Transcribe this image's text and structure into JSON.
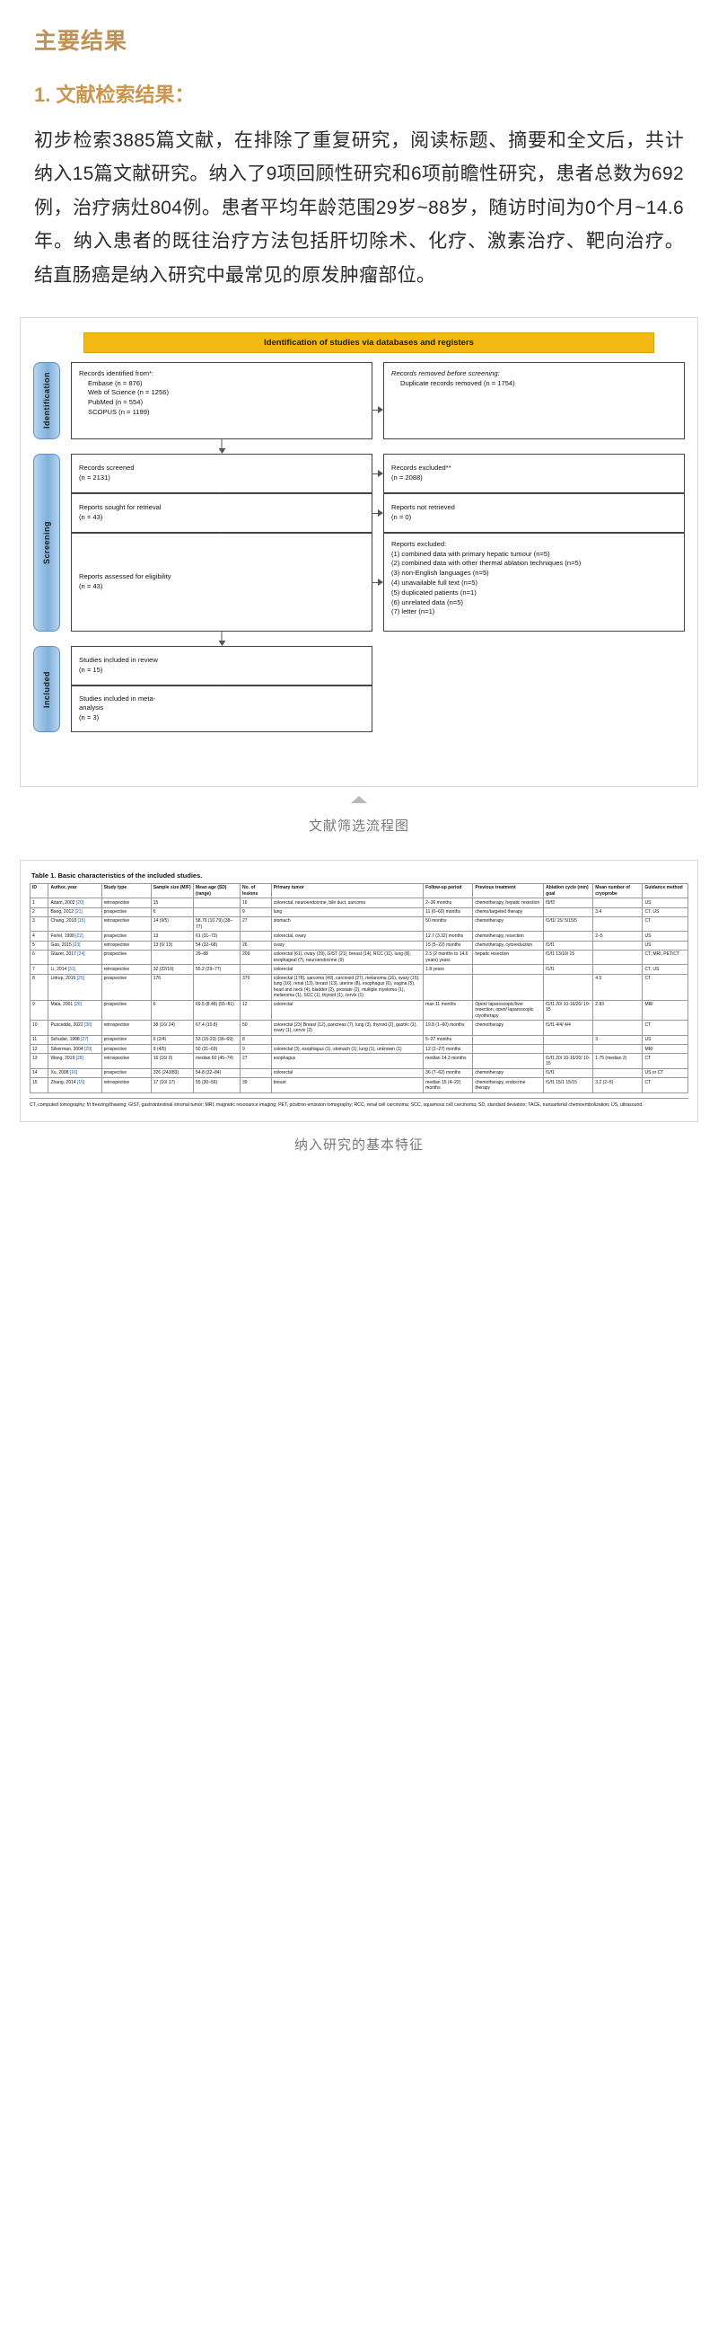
{
  "article": {
    "main_title": "主要结果",
    "section_title": "1. 文献检索结果：",
    "body": "初步检索3885篇文献，在排除了重复研究，阅读标题、摘要和全文后，共计纳入15篇文献研究。纳入了9项回顾性研究和6项前瞻性研究，患者总数为692例，治疗病灶804例。患者平均年龄范围29岁~88岁，随访时间为0个月~14.6年。纳入患者的既往治疗方法包括肝切除术、化疗、激素治疗、靶向治疗。结直肠癌是纳入研究中最常见的原发肿瘤部位。",
    "accent_color": "#c9964f"
  },
  "figure1": {
    "caption": "文献筛选流程图",
    "banner": "Identification of studies via databases and registers",
    "stages": [
      "Identification",
      "Screening",
      "Included"
    ],
    "boxes": {
      "identified_title": "Records identified from*:",
      "identified_items": [
        "Embase (n = 876)",
        "Web of Science (n = 1256)",
        "PubMed (n = 554)",
        "SCOPUS (n = 1199)"
      ],
      "removed_title": "Records removed before screening:",
      "removed_items": [
        "Duplicate records removed (n = 1754)"
      ],
      "screened": "Records screened\n(n = 2131)",
      "screened_line1": "Records screened",
      "screened_line2": "(n = 2131)",
      "excluded_line1": "Records excluded**",
      "excluded_line2": "(n = 2088)",
      "sought_line1": "Reports sought for retrieval",
      "sought_line2": "(n = 43)",
      "not_retrieved_line1": "Reports not retrieved",
      "not_retrieved_line2": "(n = 0)",
      "assessed_line1": "Reports assessed for eligibility",
      "assessed_line2": "(n = 43)",
      "reports_excluded_title": "Reports excluded:",
      "reports_excluded_items": [
        "(1) combined data with primary hepatic tumour (n=5)",
        "(2) combined data with other thermal ablation techniques (n=5)",
        "(3) non-English languages (n=5)",
        "(4) unavailable full text (n=5)",
        "(5) duplicated patients (n=1)",
        "(6) unrelated data (n=5)",
        "(7) letter (n=1)"
      ],
      "included_review_line1": "Studies included in review",
      "included_review_line2": "(n = 15)",
      "included_meta_line1": "Studies included in meta-",
      "included_meta_line2": "analysis",
      "included_meta_line3": "(n = 3)"
    }
  },
  "figure2": {
    "caption": "纳入研究的基本特征",
    "table_title": "Table 1.  Basic characteristics of the included studies.",
    "columns": [
      "ID",
      "Author, year",
      "Study type",
      "Sample size (M/F)",
      "Mean age (SD) (range)",
      "No. of lesions",
      "Primary tumor",
      "Follow-up period",
      "Previous treatment",
      "Ablation cycle (min) goal",
      "Mean number of cryoprobe",
      "Guidance method"
    ],
    "rows": [
      [
        "1",
        "Adam, 2002 [20]",
        "retrospective",
        "15",
        "",
        "16",
        "colorectal, neuroendocrine, bile duct, sarcoma",
        "2–36 months",
        "chemotherapy, hepatic resection",
        "f3/f3",
        "",
        "US"
      ],
      [
        "2",
        "Bang, 2012 [21]",
        "prospective",
        "6",
        "",
        "9",
        "lung",
        "11 (0–60) months",
        "chemo/targeted therapy",
        "",
        "3.4",
        "CT, US"
      ],
      [
        "3",
        "Chang, 2018 [15]",
        "retrospective",
        "14 (9/5)",
        "58.79 (10.79) (38–77)",
        "27",
        "stomach",
        "50 months",
        "chemotherapy",
        "f1/f1/ 15/ 5/15/5",
        "",
        "CT"
      ],
      [
        "4",
        "Ferlel, 1998 [22]",
        "prospective",
        "13",
        "61 (31–73)",
        "",
        "colorectal, ovary",
        "12.7 (3.32) months",
        "chemotherapy, resection",
        "",
        "2–5",
        "US"
      ],
      [
        "5",
        "Gao, 2015 [23]",
        "retrospective",
        "13 (0/ 13)",
        "54 (32–68)",
        "26",
        "ovary",
        "15 (5–22) months",
        "chemotherapy, cytoreduction",
        "f1/f1",
        "",
        "US"
      ],
      [
        "6",
        "Glazer, 2017 [24]",
        "prospective",
        "",
        "29–88",
        "209",
        "colorectal (61), ovary (29), GIST (21), breast (14), RCC (11), lung (8), esophageal (7), neuroendocrine (9)",
        "2.5 (2 months to 14.6 years) years",
        "hepatic resection",
        "f1/f1 13/10/ 15",
        "",
        "CT, MRI, PET/CT"
      ],
      [
        "7",
        "Li, 2014 [31]",
        "retrospective",
        "32 (22/10)",
        "55.2 (29–77)",
        "",
        "colorectal",
        "1.8 years",
        "",
        "f1/f1",
        "",
        "CT, US"
      ],
      [
        "8",
        "Littrup, 2016 [25]",
        "prospective",
        "176",
        "",
        "370",
        "colorectal (178), sarcoma (49), carcinoid (27), melanoma (16), ovary (15), lung (16), renal (13), breast (13), uterine (8), esophagus (6), vagina (5), head and neck (4), bladder (2), prostate (2), multiple myeloma (1), melanoma (1), SCC (1), thyroid (1), cervix (1)",
        "",
        "",
        "",
        "4.5",
        "CT"
      ],
      [
        "9",
        "Mala, 2001 [26]",
        "prospective",
        "6",
        "69.5 (8.48) (55–81)",
        "12",
        "colorectal",
        "max 11 months",
        "Open/ laparoscopic/liver resection, open/ laparoscopic cryotherapy",
        "f1/f1 20/ 10-16/20/ 10-15",
        "2.83",
        "MRI"
      ],
      [
        "10",
        "Puscedda, 2022 [30]",
        "retrospective",
        "38 (16/ 24)",
        "67.4 (10.8)",
        "50",
        "colorectal (23) Breast (12), pancreas (7), lung (3), thyroid (2), gastric (1), ovary (1), cervix (2)",
        "19.8 (1–60) months",
        "chemotherapy",
        "f1/f1 4/4/ 4/4",
        "",
        "CT"
      ],
      [
        "11",
        "Schuder, 1998 [27]",
        "prospective",
        "6 (2/4)",
        "53 (15-23) (36–69)",
        "8",
        "",
        "5–27 months",
        "",
        "",
        "3",
        "US"
      ],
      [
        "12",
        "Silverman, 2004 [29]",
        "prospective",
        "9 (4/5)",
        "50 (31–69)",
        "9",
        "colorectal (3), esophagus (1), stomach (1), lung (1), unknown (1)",
        "12 (2–27) months",
        "",
        "",
        "",
        "MRI"
      ],
      [
        "13",
        "Wang, 2019 [28]",
        "retrospective",
        "16 (16/ 0)",
        "median 60 (45–74)",
        "27",
        "esophagus",
        "median 14.3 months",
        "",
        "f1/f1 20/ 10-16/20/ 10-15",
        "1.75 (median 2)",
        "CT"
      ],
      [
        "14",
        "Xu, 2008 [16]",
        "prospective",
        "326 (243/83)",
        "54.8 (32–84)",
        "",
        "colorectal",
        "36 (7–62) months",
        "chemotherapy",
        "f1/f1",
        "",
        "US or CT"
      ],
      [
        "15",
        "Zhang, 2014 [15]",
        "retrospective",
        "17 (10/ 17)",
        "55 (30–56)",
        "39",
        "breast",
        "median 15 (4–22) months",
        "chemotherapy, endocrine therapy",
        "f1/f1 15/1 15/15",
        "3.2 (2–5)",
        "CT"
      ]
    ],
    "footnote": "CT, computed tomography; f/t freezing/thawing; GIST, gastrointestinal stromal tumor; MRI, magnetic resonance imaging; PET, positron emission tomography; RCC, renal cell carcinoma; SCC, squamous cell carcinoma; SD, standard deviation; TACE, transarterial chemoembolization; US, ultrasound."
  }
}
